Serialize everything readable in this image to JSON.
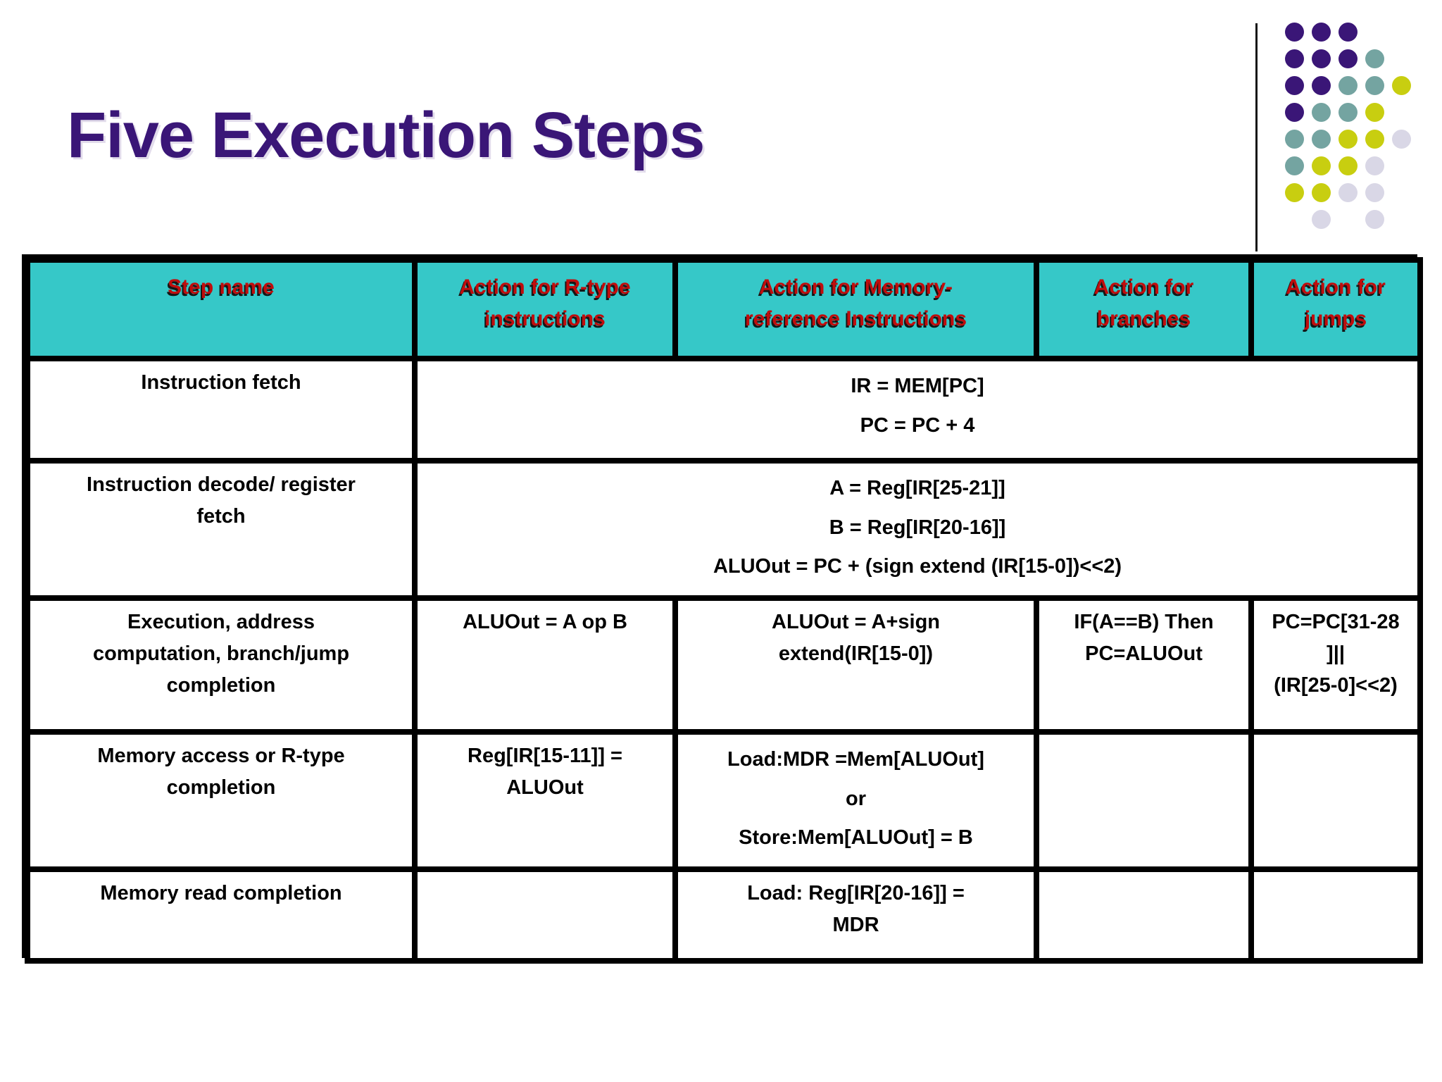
{
  "slide": {
    "title": "Five Execution Steps",
    "colors": {
      "title": "#3A1677",
      "header_bg": "#36C8C8",
      "header_text": "#C00D0D",
      "table_border": "#000000",
      "body_text": "#000000",
      "dot_purple": "#3A1677",
      "dot_teal": "#74A4A1",
      "dot_yellow": "#C8CE10",
      "dot_lavender": "#D9D7E6"
    }
  },
  "table": {
    "headers": [
      "Step name",
      "Action for R-type\ninstructions",
      "Action for Memory-\nreference Instructions",
      "Action for\nbranches",
      "Action for\njumps"
    ],
    "rows": [
      {
        "step": "Instruction fetch",
        "actions_all": "IR = MEM[PC]\nPC = PC + 4"
      },
      {
        "step": "Instruction decode/ register\nfetch",
        "actions_all": "A = Reg[IR[25-21]]\nB = Reg[IR[20-16]]\nALUOut =  PC + (sign extend (IR[15-0])<<2)"
      },
      {
        "step": "Execution, address\ncomputation, branch/jump\ncompletion",
        "rtype": "ALUOut = A op B",
        "mem": "ALUOut = A+sign\nextend(IR[15-0])",
        "branch": "IF(A==B) Then\nPC=ALUOut",
        "jump": "PC=PC[31-28\n]||\n(IR[25-0]<<2)"
      },
      {
        "step": "Memory access or R-type\ncompletion",
        "rtype": "Reg[IR[15-11]] =\nALUOut",
        "mem": "Load:MDR =Mem[ALUOut]\nor\nStore:Mem[ALUOut] = B",
        "branch": "",
        "jump": ""
      },
      {
        "step": "Memory read completion",
        "rtype": "",
        "mem": "Load: Reg[IR[20-16]] =\nMDR",
        "branch": "",
        "jump": ""
      }
    ]
  },
  "decoration": {
    "dot_grid": [
      [
        "purple",
        "purple",
        "purple",
        null,
        null
      ],
      [
        "purple",
        "purple",
        "purple",
        "teal",
        null
      ],
      [
        "purple",
        "purple",
        "teal",
        "teal",
        "yellow"
      ],
      [
        "purple",
        "teal",
        "teal",
        "yellow",
        null
      ],
      [
        "teal",
        "teal",
        "yellow",
        "yellow",
        "lavender"
      ],
      [
        "teal",
        "yellow",
        "yellow",
        "lavender",
        null
      ],
      [
        "yellow",
        "yellow",
        "lavender",
        "lavender",
        null
      ],
      [
        null,
        "lavender",
        null,
        "lavender",
        null
      ]
    ]
  }
}
